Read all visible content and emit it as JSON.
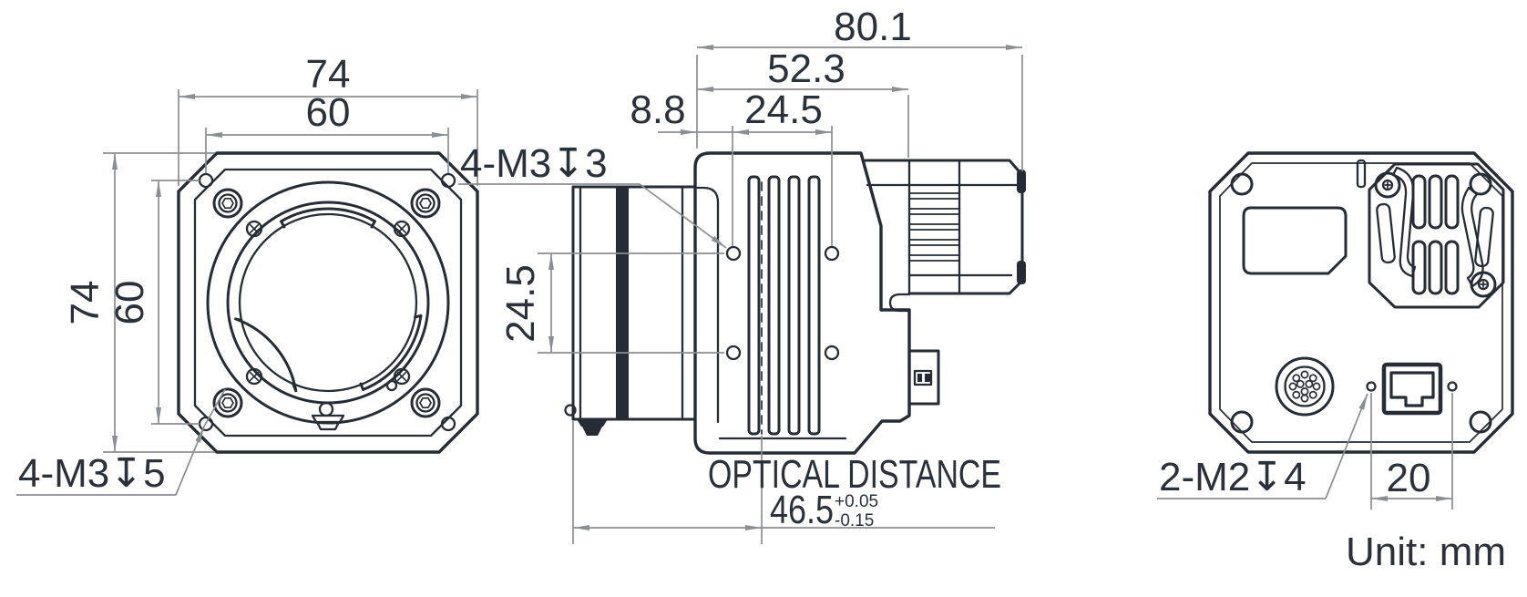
{
  "drawing": {
    "unit_note": "Unit: mm",
    "front_view": {
      "dim_width_outer": "74",
      "dim_width_holes": "60",
      "dim_height_outer": "74",
      "dim_height_holes": "60",
      "mount_thread_label": "4-M3↧5"
    },
    "side_view": {
      "dim_overall_length": "80.1",
      "dim_body_length": "52.3",
      "dim_hole_offset": "8.8",
      "dim_hole_spacing_top": "24.5",
      "dim_hole_spacing_side": "24.5",
      "mount_thread_label": "4-M3↧3",
      "optical_distance_label": "OPTICAL DISTANCE",
      "optical_distance_value": "46.5",
      "optical_distance_tol_upper": "+0.05",
      "optical_distance_tol_lower": "-0.15"
    },
    "rear_view": {
      "thread_label": "2-M2↧4",
      "dim_hole_spacing": "20"
    }
  }
}
